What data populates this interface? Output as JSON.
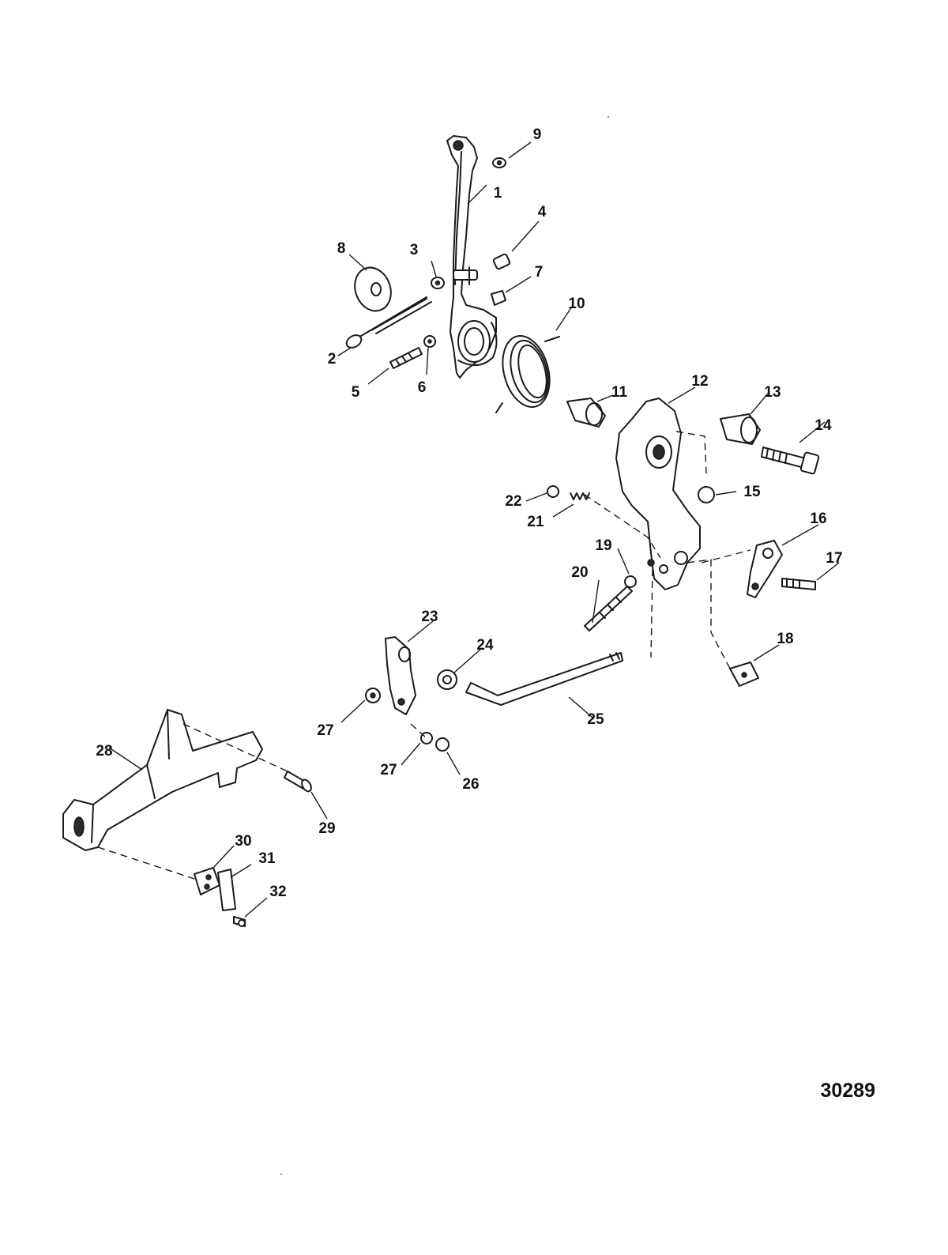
{
  "figure_number": "30289",
  "callouts": [
    {
      "id": "c1",
      "text": "1"
    },
    {
      "id": "c2",
      "text": "2"
    },
    {
      "id": "c3",
      "text": "3"
    },
    {
      "id": "c4",
      "text": "4"
    },
    {
      "id": "c5",
      "text": "5"
    },
    {
      "id": "c6",
      "text": "6"
    },
    {
      "id": "c7",
      "text": "7"
    },
    {
      "id": "c8",
      "text": "8"
    },
    {
      "id": "c9",
      "text": "9"
    },
    {
      "id": "c10",
      "text": "10"
    },
    {
      "id": "c11",
      "text": "11"
    },
    {
      "id": "c12",
      "text": "12"
    },
    {
      "id": "c13",
      "text": "13"
    },
    {
      "id": "c14",
      "text": "14"
    },
    {
      "id": "c15",
      "text": "15"
    },
    {
      "id": "c16",
      "text": "16"
    },
    {
      "id": "c17",
      "text": "17"
    },
    {
      "id": "c18",
      "text": "18"
    },
    {
      "id": "c19",
      "text": "19"
    },
    {
      "id": "c20",
      "text": "20"
    },
    {
      "id": "c21",
      "text": "21"
    },
    {
      "id": "c22",
      "text": "22"
    },
    {
      "id": "c23",
      "text": "23"
    },
    {
      "id": "c24",
      "text": "24"
    },
    {
      "id": "c25",
      "text": "25"
    },
    {
      "id": "c26",
      "text": "26"
    },
    {
      "id": "c27a",
      "text": "27"
    },
    {
      "id": "c27b",
      "text": "27"
    },
    {
      "id": "c28",
      "text": "28"
    },
    {
      "id": "c29",
      "text": "29"
    },
    {
      "id": "c30",
      "text": "30"
    },
    {
      "id": "c31",
      "text": "31"
    },
    {
      "id": "c32",
      "text": "32"
    }
  ]
}
